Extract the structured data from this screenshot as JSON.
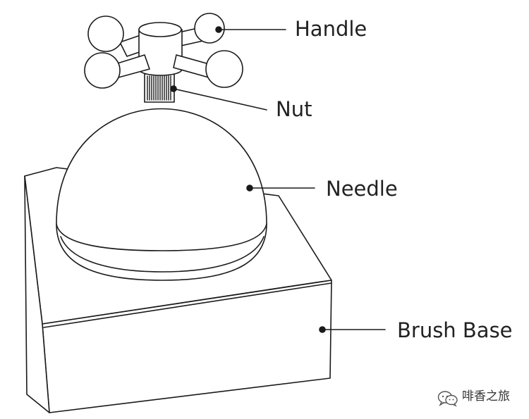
{
  "labels": {
    "handle": "Handle",
    "nut": "Nut",
    "needle": "Needle",
    "brush_base": "Brush Base"
  },
  "watermark": {
    "text": "啡香之旅",
    "icon": "wechat-logo-icon"
  },
  "colors": {
    "stroke": "#1a1a1a",
    "background": "#ffffff"
  }
}
